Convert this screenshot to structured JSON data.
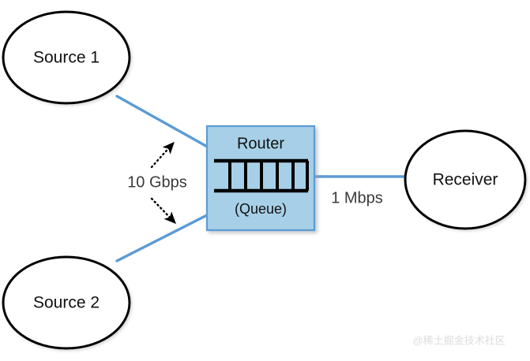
{
  "diagram": {
    "type": "network-topology",
    "background_color": "#ffffff",
    "nodes": [
      {
        "id": "source-1",
        "label": "Source 1",
        "shape": "ellipse",
        "fill": "#ffffff",
        "stroke": "#000000"
      },
      {
        "id": "source-2",
        "label": "Source 2",
        "shape": "ellipse",
        "fill": "#ffffff",
        "stroke": "#000000"
      },
      {
        "id": "router",
        "label": "Router",
        "sublabel": "(Queue)",
        "shape": "rectangle",
        "fill": "#a7d0e8",
        "stroke": "#5b9bd5",
        "queue_cells": 6
      },
      {
        "id": "receiver",
        "label": "Receiver",
        "shape": "ellipse",
        "fill": "#ffffff",
        "stroke": "#000000"
      }
    ],
    "links": [
      {
        "id": "link-source1-router",
        "from": "source-1",
        "to": "router",
        "color": "#5b9bd5",
        "rate": "10 Gbps"
      },
      {
        "id": "link-source2-router",
        "from": "source-2",
        "to": "router",
        "color": "#5b9bd5",
        "rate": "10 Gbps"
      },
      {
        "id": "link-router-receiver",
        "from": "router",
        "to": "receiver",
        "color": "#5b9bd5",
        "rate": "1 Mbps"
      }
    ],
    "annotations": {
      "ingress_rate": "10 Gbps",
      "egress_rate": "1 Mbps",
      "arrow_color": "#000000",
      "arrow_style": "dotted"
    },
    "watermark": "@稀土掘金技术社区"
  }
}
